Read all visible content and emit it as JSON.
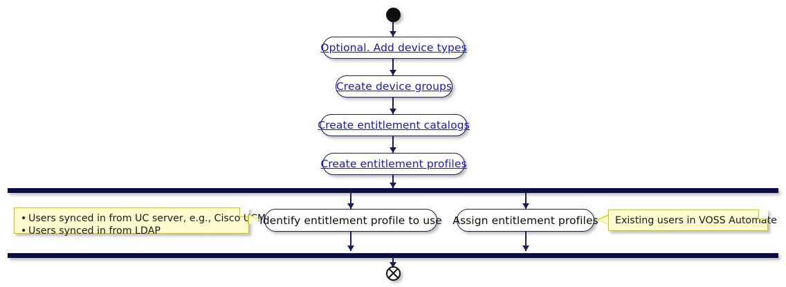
{
  "diagram": {
    "type": "uml-activity-diagram",
    "title": "",
    "colors": {
      "link_text": "#1717c4",
      "node_border": "#1b1b5c",
      "node_fill": "#ffffff",
      "bar_fill": "#0d0d46",
      "note_fill": "#fbfbce",
      "note_border": "#d4c800",
      "text": "#0a0a0a",
      "background": "#ffffff"
    },
    "start_node": {
      "name": "start"
    },
    "end_node": {
      "name": "end"
    },
    "sequential_steps": [
      {
        "label": "Optional. Add device types",
        "is_link": true
      },
      {
        "label": "Create device groups",
        "is_link": true
      },
      {
        "label": "Create entitlement catalogs",
        "is_link": true
      },
      {
        "label": "Create entitlement profiles",
        "is_link": true
      }
    ],
    "fork": {
      "name": "fork-bar"
    },
    "join": {
      "name": "join-bar"
    },
    "parallel_steps": [
      {
        "label": "Identify entitlement profile to use",
        "is_link": false
      },
      {
        "label": "Assign entitlement profiles",
        "is_link": false
      }
    ],
    "notes": {
      "left": {
        "bullets": [
          "Users synced in from UC server, e.g., Cisco UCM",
          "Users synced in from LDAP"
        ]
      },
      "right": {
        "text": "Existing users in VOSS Automate"
      }
    }
  }
}
